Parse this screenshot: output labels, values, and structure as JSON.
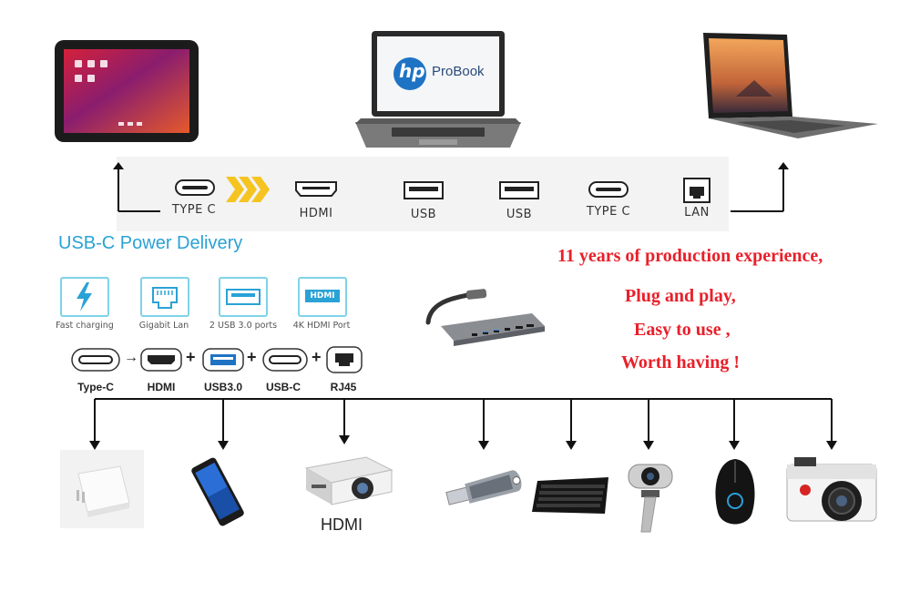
{
  "ports": {
    "type_c_1": "TYPE C",
    "hdmi": "HDMI",
    "usb_1": "USB",
    "usb_2": "USB",
    "type_c_2": "TYPE C",
    "lan": "LAN"
  },
  "hp_brand": {
    "logo_text": "hp",
    "model": "ProBook"
  },
  "power_delivery": {
    "title": "USB-C Power Delivery",
    "features": [
      "Fast charging",
      "Gigabit Lan",
      "2 USB 3.0 ports",
      "4K HDMI Port"
    ],
    "hdmi_badge": "HDMI"
  },
  "connectors": [
    "Type-C",
    "HDMI",
    "USB3.0",
    "USB-C",
    "RJ45"
  ],
  "connector_symbols": {
    "arrow": "→",
    "plus": "+"
  },
  "promo": {
    "line1": "11 years of production experience,",
    "line2": "Plug and play,",
    "line3": "Easy to use ,",
    "line4": "Worth having !"
  },
  "projector_label": "HDMI",
  "colors": {
    "accent_red": "#e8202a",
    "title_blue": "#2aa2d6",
    "icon_cyan": "#7fd3e8"
  }
}
